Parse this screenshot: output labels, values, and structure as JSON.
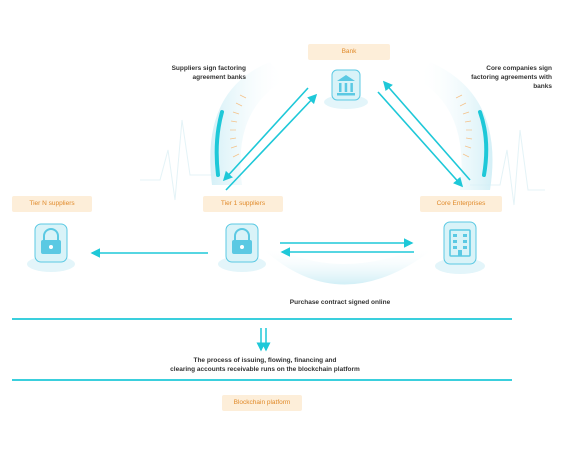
{
  "nodes": {
    "bank": "Bank",
    "tier_n": "Tier N suppliers",
    "tier_1": "Tier 1 suppliers",
    "core": "Core Enterprises"
  },
  "captions": {
    "suppliers_sign": "Suppliers sign factoring agreement banks",
    "core_sign": "Core companies sign factoring agreements with banks",
    "purchase_contract": "Purchase contract signed online",
    "process_line1": "The process of issuing, flowing, financing and",
    "process_line2": "clearing accounts receivable runs on the blockchain platform"
  },
  "platform_label": "Blockchain platform",
  "colors": {
    "accent": "#1ec8d8",
    "label_bg": "#fdeed9",
    "label_text": "#e08a2a",
    "icon_light": "#d9f3f8",
    "icon_dark": "#5bc9e3"
  },
  "icons": {
    "bank": "bank-building-icon",
    "tier_n": "lock-box-icon",
    "tier_1": "lock-box-icon",
    "core": "enterprise-building-icon"
  }
}
